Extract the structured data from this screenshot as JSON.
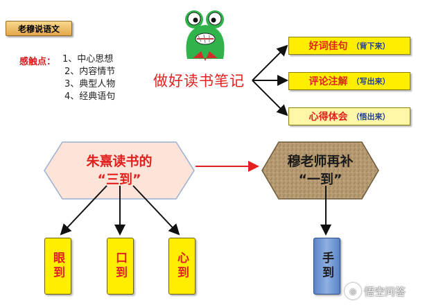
{
  "header": {
    "tag_label": "老穆说语文"
  },
  "key_points": {
    "label": "感触点：",
    "items": [
      "1、中心思想",
      "2、内容情节",
      "3、典型人物",
      "4、经典语句"
    ]
  },
  "notes": {
    "title": "做好读书笔记",
    "options": [
      {
        "main": "好词佳句",
        "sub": "（背下来）"
      },
      {
        "main": "评论注解",
        "sub": "（写出来）"
      },
      {
        "main": "心得体会",
        "sub": "（悟出来）"
      }
    ]
  },
  "zhuxi": {
    "line1": "朱熹读书的",
    "line2": "“三到”",
    "items": [
      "眼到",
      "口到",
      "心到"
    ]
  },
  "mu": {
    "line1": "穆老师再补",
    "line2": "“一到”",
    "item": "手到"
  },
  "watermark": {
    "text": "悟空问答"
  },
  "colors": {
    "title_red": "#e0211e",
    "yellow_box": "#ffee00",
    "hexagon_fill": "#fde3d8",
    "texture_hexagon": "#b59a72",
    "blue_box": "#6f93d0",
    "frog_green": "#2fb34a"
  }
}
